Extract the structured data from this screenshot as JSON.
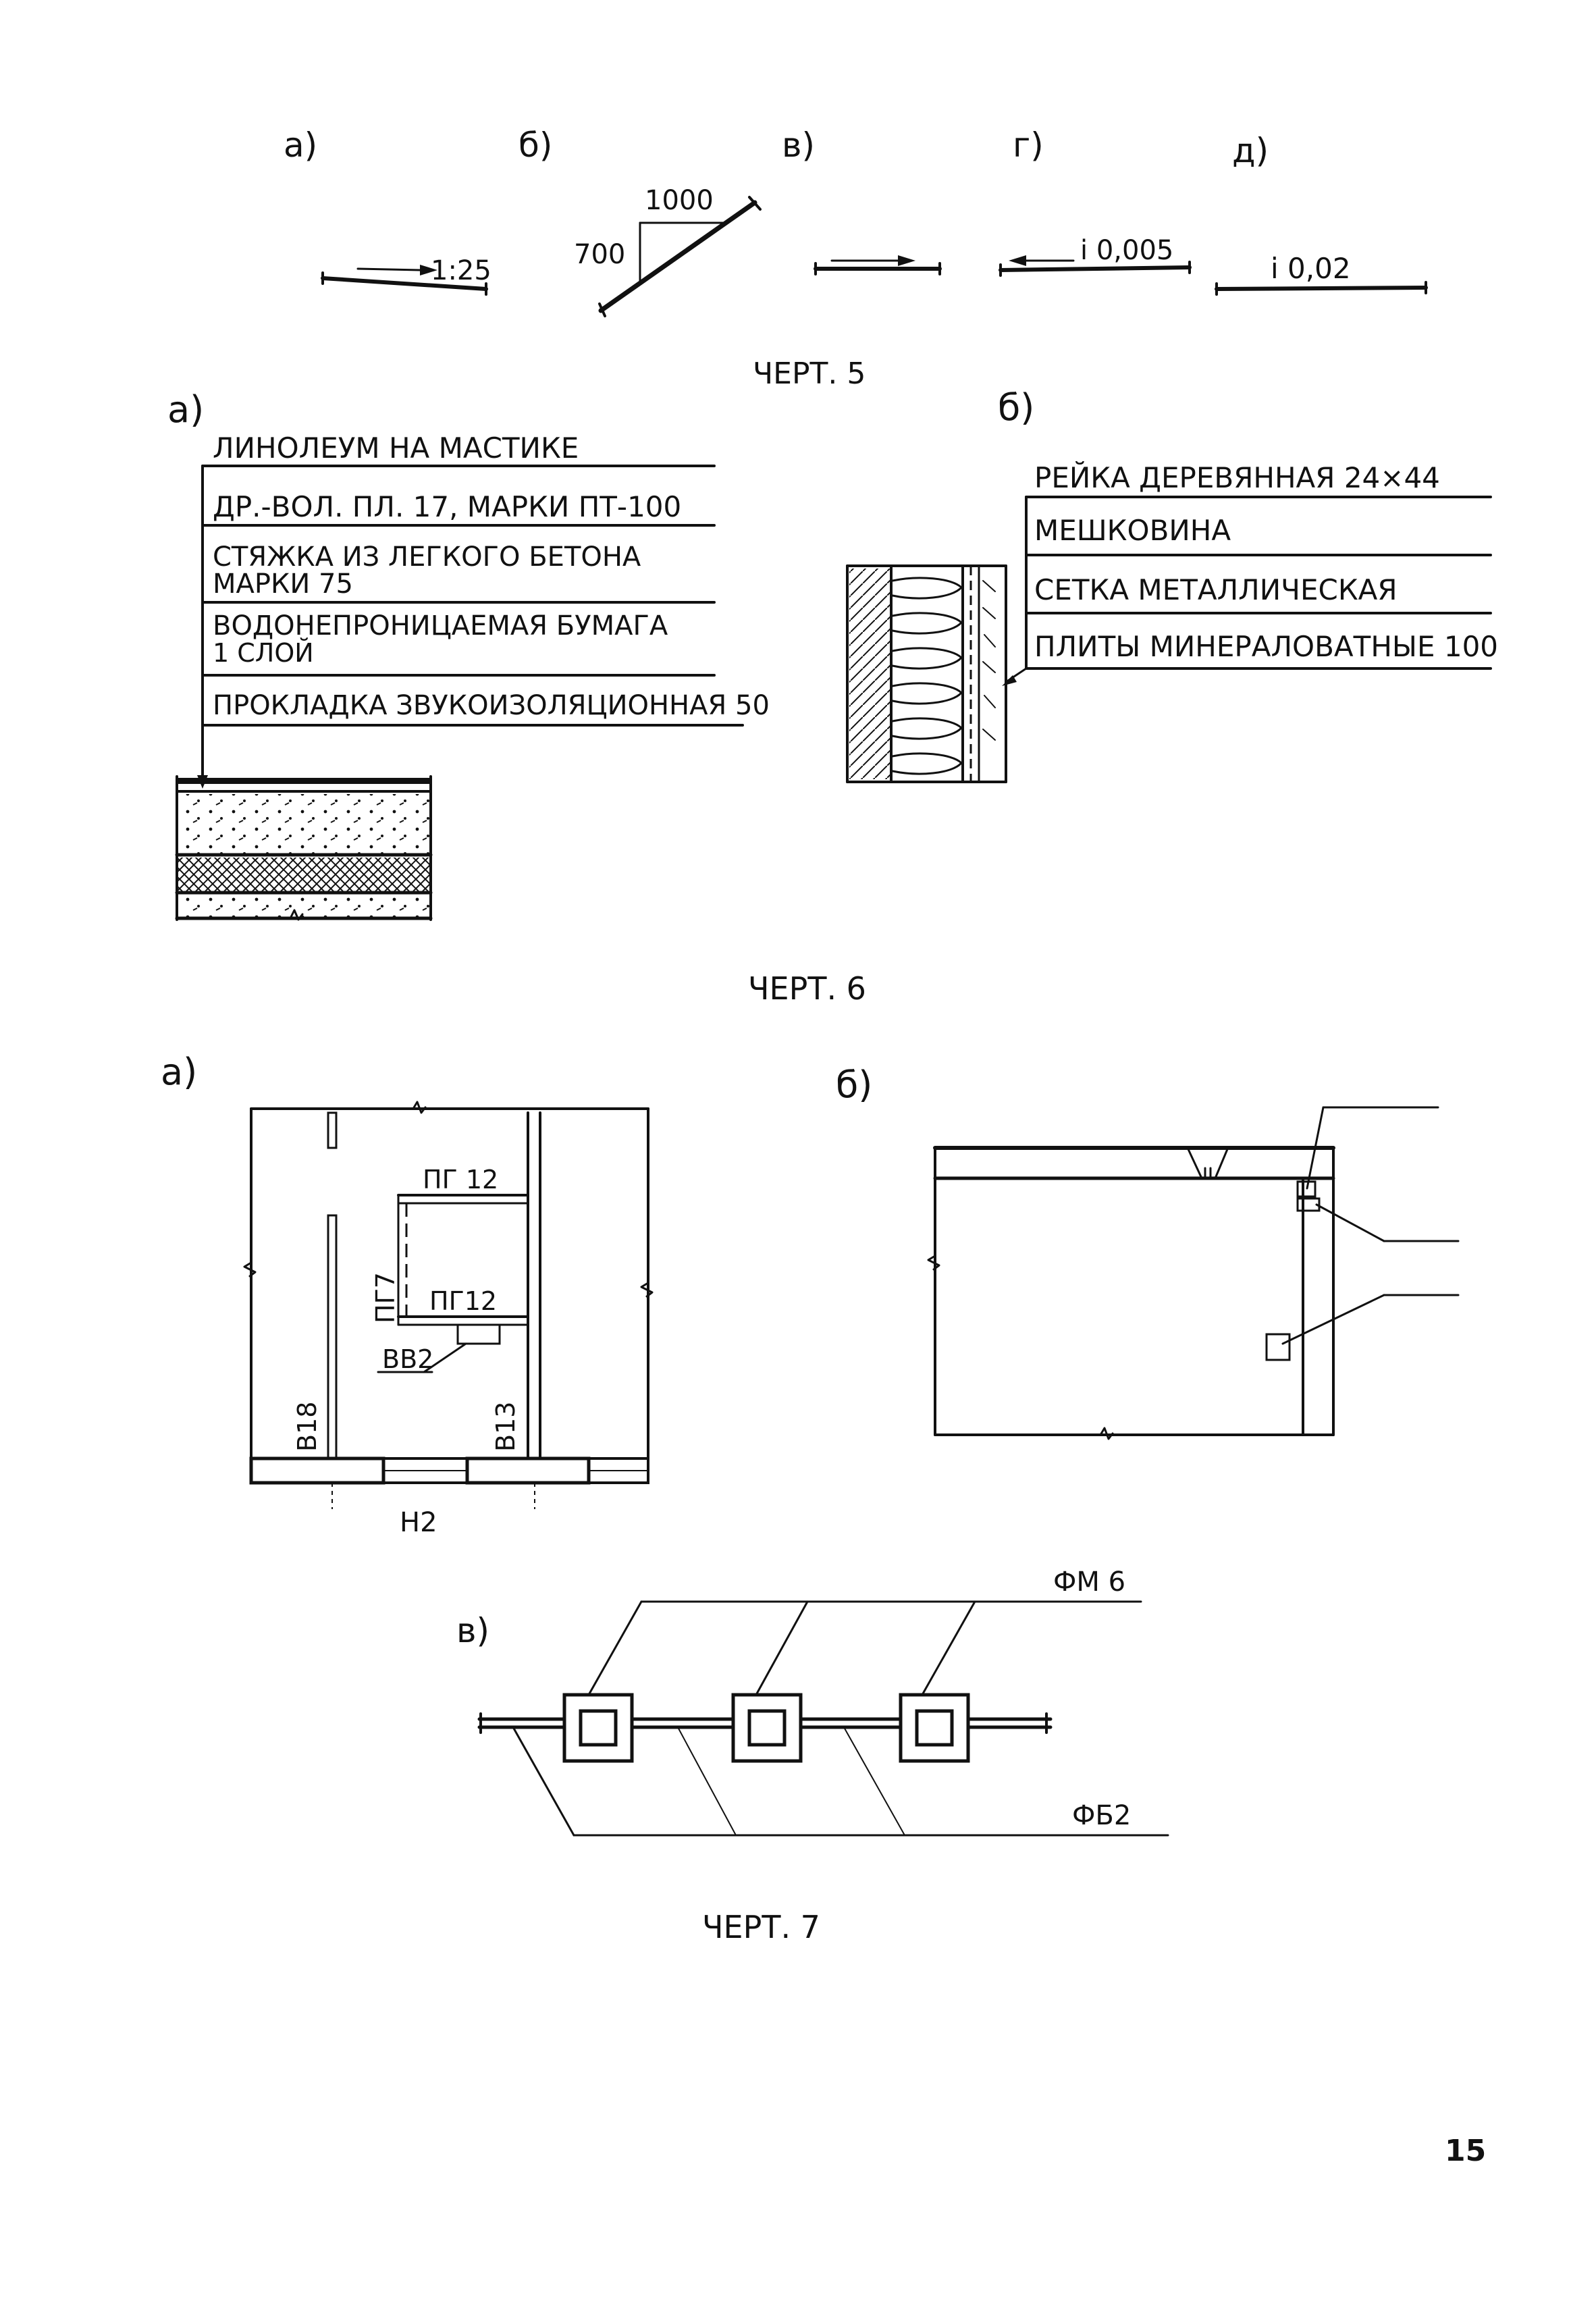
{
  "fig5": {
    "labels": [
      "а)",
      "б)",
      "в)",
      "г)",
      "д)"
    ],
    "a_text": "1:25",
    "b_run": "1000",
    "b_rise": "700",
    "g_text": "i 0,005",
    "d_text": "i 0,02",
    "caption": "ЧЕРТ. 5"
  },
  "fig6": {
    "a_label": "а)",
    "a_layers": [
      "ЛИНОЛЕУМ НА МАСТИКЕ",
      "ДР.-ВОЛ. ПЛ. 17, МАРКИ ПТ-100",
      "СТЯЖКА ИЗ ЛЕГКОГО БЕТОНА",
      "МАРКИ 75",
      "ВОДОНЕПРОНИЦАЕМАЯ БУМАГА",
      "1 СЛОЙ",
      "ПРОКЛАДКА ЗВУКОИЗОЛЯЦИОННАЯ 50"
    ],
    "b_label": "б)",
    "b_layers": [
      "РЕЙКА ДЕРЕВЯННАЯ 24×44",
      "МЕШКОВИНА",
      "СЕТКА МЕТАЛЛИЧЕСКАЯ",
      "ПЛИТЫ МИНЕРАЛОВАТНЫЕ 100"
    ],
    "caption": "ЧЕРТ. 6"
  },
  "fig7": {
    "a_label": "а)",
    "a_marks": {
      "pg12_top": "ПГ 12",
      "pg7": "ПГ7",
      "pg12_bottom": "ПГ12",
      "vv2": "ВВ2",
      "v18": "В18",
      "v13": "В13",
      "n2": "Н2"
    },
    "b_label": "б)",
    "v_label": "в)",
    "fm6": "ФМ 6",
    "fb2": "ФБ2",
    "caption": "ЧЕРТ. 7"
  },
  "page_number": "15"
}
